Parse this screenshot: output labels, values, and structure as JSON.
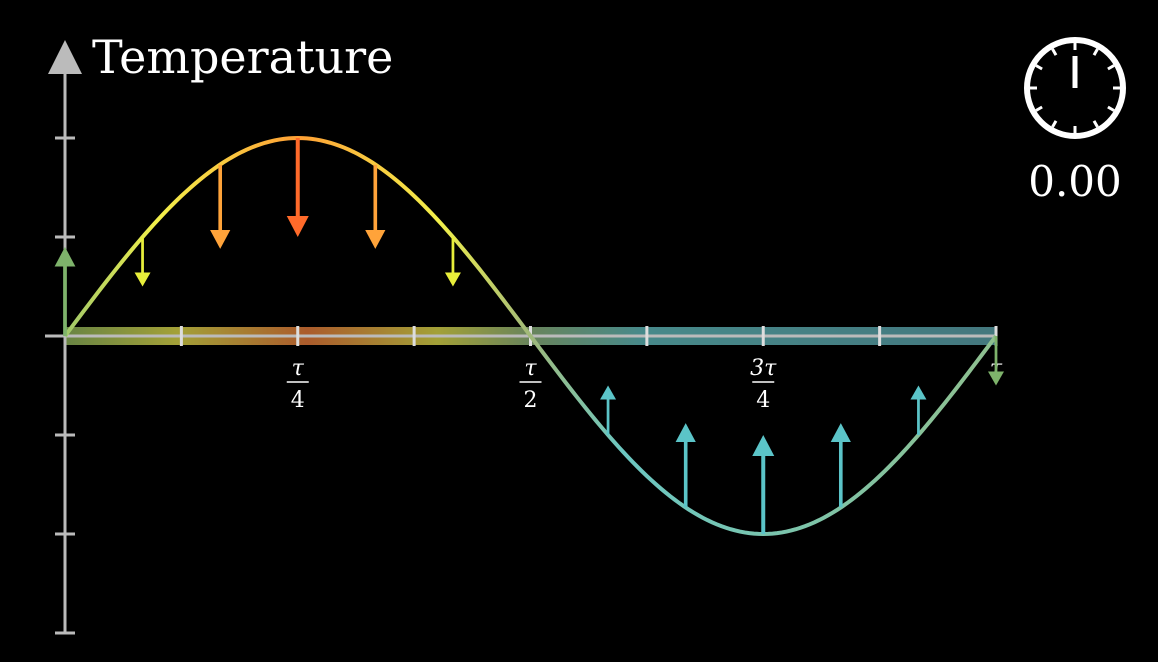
{
  "chart_data": {
    "type": "line",
    "ylabel": "Temperature",
    "x_period_label": "τ",
    "xlim": [
      0,
      1
    ],
    "ylim": [
      -3,
      3
    ],
    "x_ticks": [
      0.125,
      0.25,
      0.375,
      0.5,
      0.625,
      0.75,
      0.875,
      1.0
    ],
    "x_tick_labels": [
      {
        "x": 0.25,
        "num": "τ",
        "den": "4"
      },
      {
        "x": 0.5,
        "num": "τ",
        "den": "2"
      },
      {
        "x": 0.75,
        "num": "3τ",
        "den": "4"
      },
      {
        "x": 1.0,
        "num": "τ",
        "den": ""
      }
    ],
    "y_ticks": [
      -3,
      -2,
      -1,
      1,
      2
    ],
    "series": [
      {
        "function": "2*sin(2*pi*x)",
        "amplitude": 2
      }
    ],
    "arrows": [
      {
        "x": 0.0,
        "y": 0,
        "dy": 0.9
      },
      {
        "x": 0.0833,
        "y": 1.0,
        "dy": -0.5
      },
      {
        "x": 0.1667,
        "y": 1.73,
        "dy": -0.85
      },
      {
        "x": 0.25,
        "y": 2.0,
        "dy": -1.0
      },
      {
        "x": 0.3333,
        "y": 1.73,
        "dy": -0.85
      },
      {
        "x": 0.4167,
        "y": 1.0,
        "dy": -0.5
      },
      {
        "x": 0.5833,
        "y": -1.0,
        "dy": 0.5
      },
      {
        "x": 0.6667,
        "y": -1.73,
        "dy": 0.85
      },
      {
        "x": 0.75,
        "y": -2.0,
        "dy": 1.0
      },
      {
        "x": 0.8333,
        "y": -1.73,
        "dy": 0.85
      },
      {
        "x": 0.9167,
        "y": -1.0,
        "dy": 0.5
      },
      {
        "x": 1.0,
        "y": 0,
        "dy": -0.5
      }
    ],
    "colors": {
      "hot": "#FF6A2A",
      "warm": "#FFA33A",
      "mild": "#E8EE3A",
      "neutral": "#7EB36B",
      "cool": "#5BC4C8",
      "axis": "#BBBBBB"
    }
  },
  "clock": {
    "time_label": "0.00"
  }
}
